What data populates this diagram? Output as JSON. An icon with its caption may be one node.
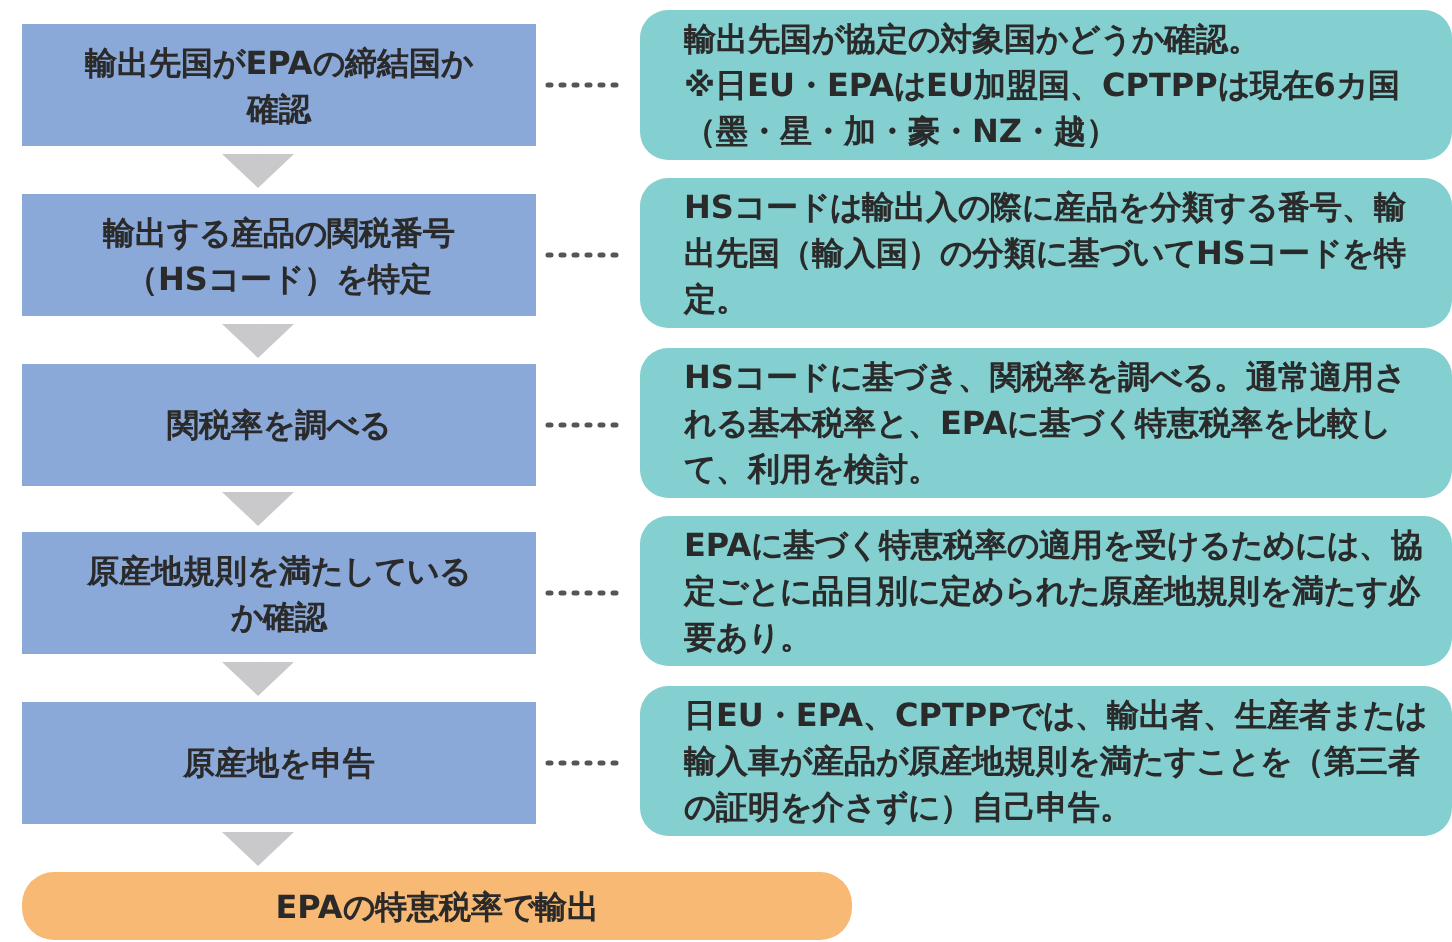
{
  "diagram": {
    "nodes": [
      {
        "text": [
          "輸出先国がEPAの締結国か確認"
        ]
      },
      {
        "text": [
          "輸出する産品の関税番号（HSコード）を特定"
        ]
      },
      {
        "text": [
          "関税率を調べる"
        ]
      },
      {
        "text": [
          "原産地規則を満たしているか確認"
        ]
      },
      {
        "text": [
          "原産地を申告"
        ]
      },
      {
        "text": [
          "EPAの特恵税率で輸出"
        ]
      },
      {
        "text": [
          "輸出先国が協定の対象国かどうか確認。",
          "※日EU・EPAはEU加盟国、CPTPPは現在6カ国（墨・星・加・豪・NZ・越）"
        ]
      },
      {
        "text": [
          "HSコードは輸出入の際に産品を分類する番号、輸出先国（輸入国）の分類に基づいてHSコードを特定。"
        ]
      },
      {
        "text": [
          "HSコードに基づき、関税率を調べる。通常適用される基本税率と、EPAに基づく特恵税率を比較して、利用を検討。"
        ]
      },
      {
        "text": [
          "EPAに基づく特恵税率の適用を受けるためには、協定ごとに品目別に定められた原産地規則を満たす必要あり。"
        ]
      },
      {
        "text": [
          "日EU・EPA、CPTPPでは、輸出者、生産者または輸入車が産品が原産地規則を満たすことを（第三者の証明を介さずに）自己申告。"
        ]
      }
    ],
    "edges": [
      {
        "from": 0,
        "to": 1,
        "arrow": "to"
      },
      {
        "from": 1,
        "to": 2,
        "arrow": "to"
      },
      {
        "from": 2,
        "to": 3,
        "arrow": "to"
      },
      {
        "from": 3,
        "to": 4,
        "arrow": "to"
      },
      {
        "from": 4,
        "to": 5,
        "arrow": "to"
      },
      {
        "from": 0,
        "to": 6,
        "arrow": "none",
        "style": "dashed",
        "color": "#555555"
      },
      {
        "from": 1,
        "to": 7,
        "arrow": "none",
        "style": "dashed",
        "color": "#555555"
      },
      {
        "from": 2,
        "to": 8,
        "arrow": "none",
        "style": "dashed",
        "color": "#555555"
      },
      {
        "from": 3,
        "to": 9,
        "arrow": "none",
        "style": "dashed",
        "color": "#555555"
      },
      {
        "from": 4,
        "to": 10,
        "arrow": "none",
        "style": "dashed",
        "color": "#555555"
      }
    ]
  }
}
